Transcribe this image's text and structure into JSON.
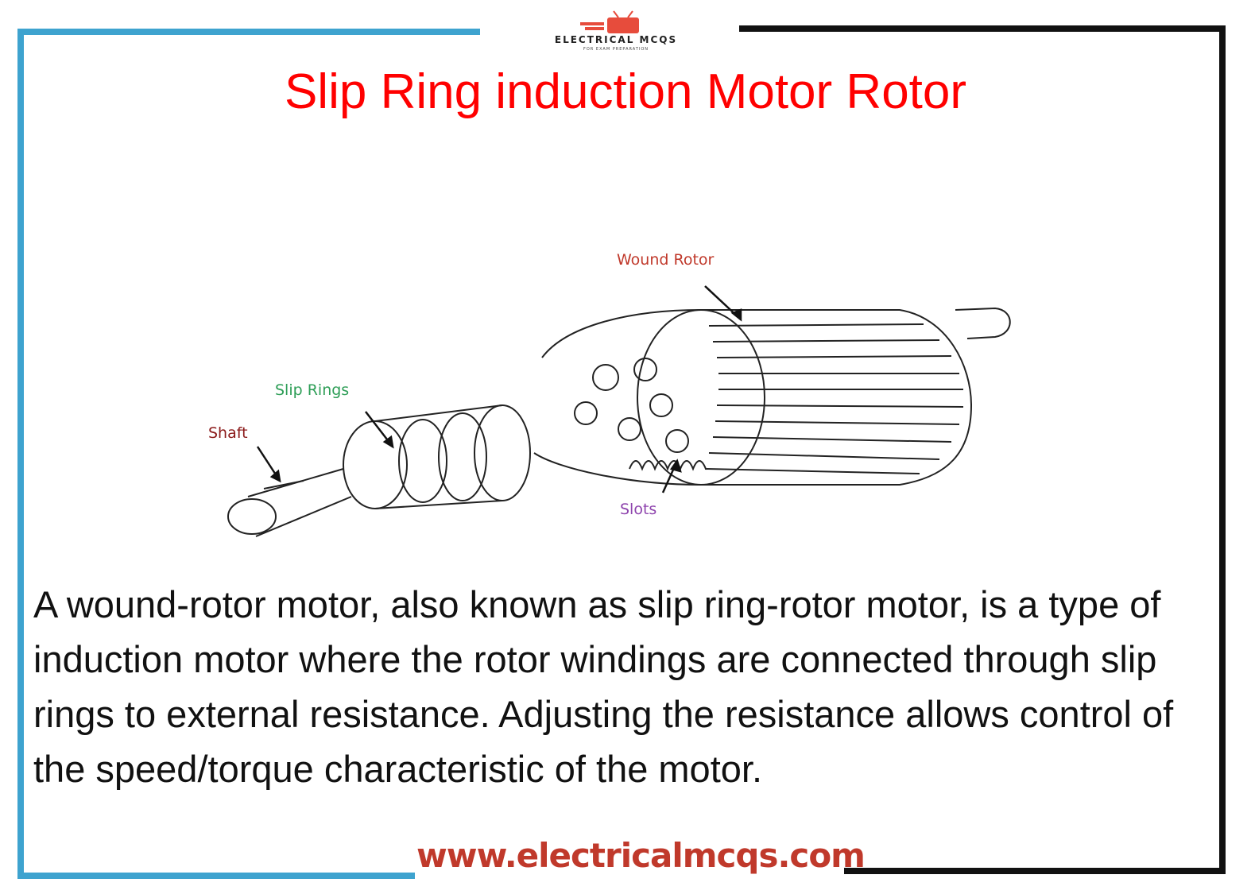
{
  "logo": {
    "name": "ELECTRICAL MCQS",
    "tagline": "FOR EXAM PREPARATION"
  },
  "title": "Slip Ring induction Motor Rotor",
  "diagram": {
    "labels": {
      "wound_rotor": "Wound Rotor",
      "slip_rings": "Slip Rings",
      "shaft": "Shaft",
      "slots": "Slots"
    },
    "colors": {
      "wound_rotor": "#c0392b",
      "slip_rings": "#2e9e57",
      "shaft": "#8b1a1a",
      "slots": "#8e44ad"
    }
  },
  "description": "A wound-rotor motor, also known as slip ring-rotor motor, is a type of induction motor where the rotor windings are connected through slip rings to external resistance. Adjusting the resistance allows control of the speed/torque characteristic of the motor.",
  "website": "www.electricalmcqs.com",
  "colors": {
    "title": "#ff0000",
    "frame_left": "#3ea3cf",
    "frame_right": "#111111",
    "website": "#c0392b"
  }
}
